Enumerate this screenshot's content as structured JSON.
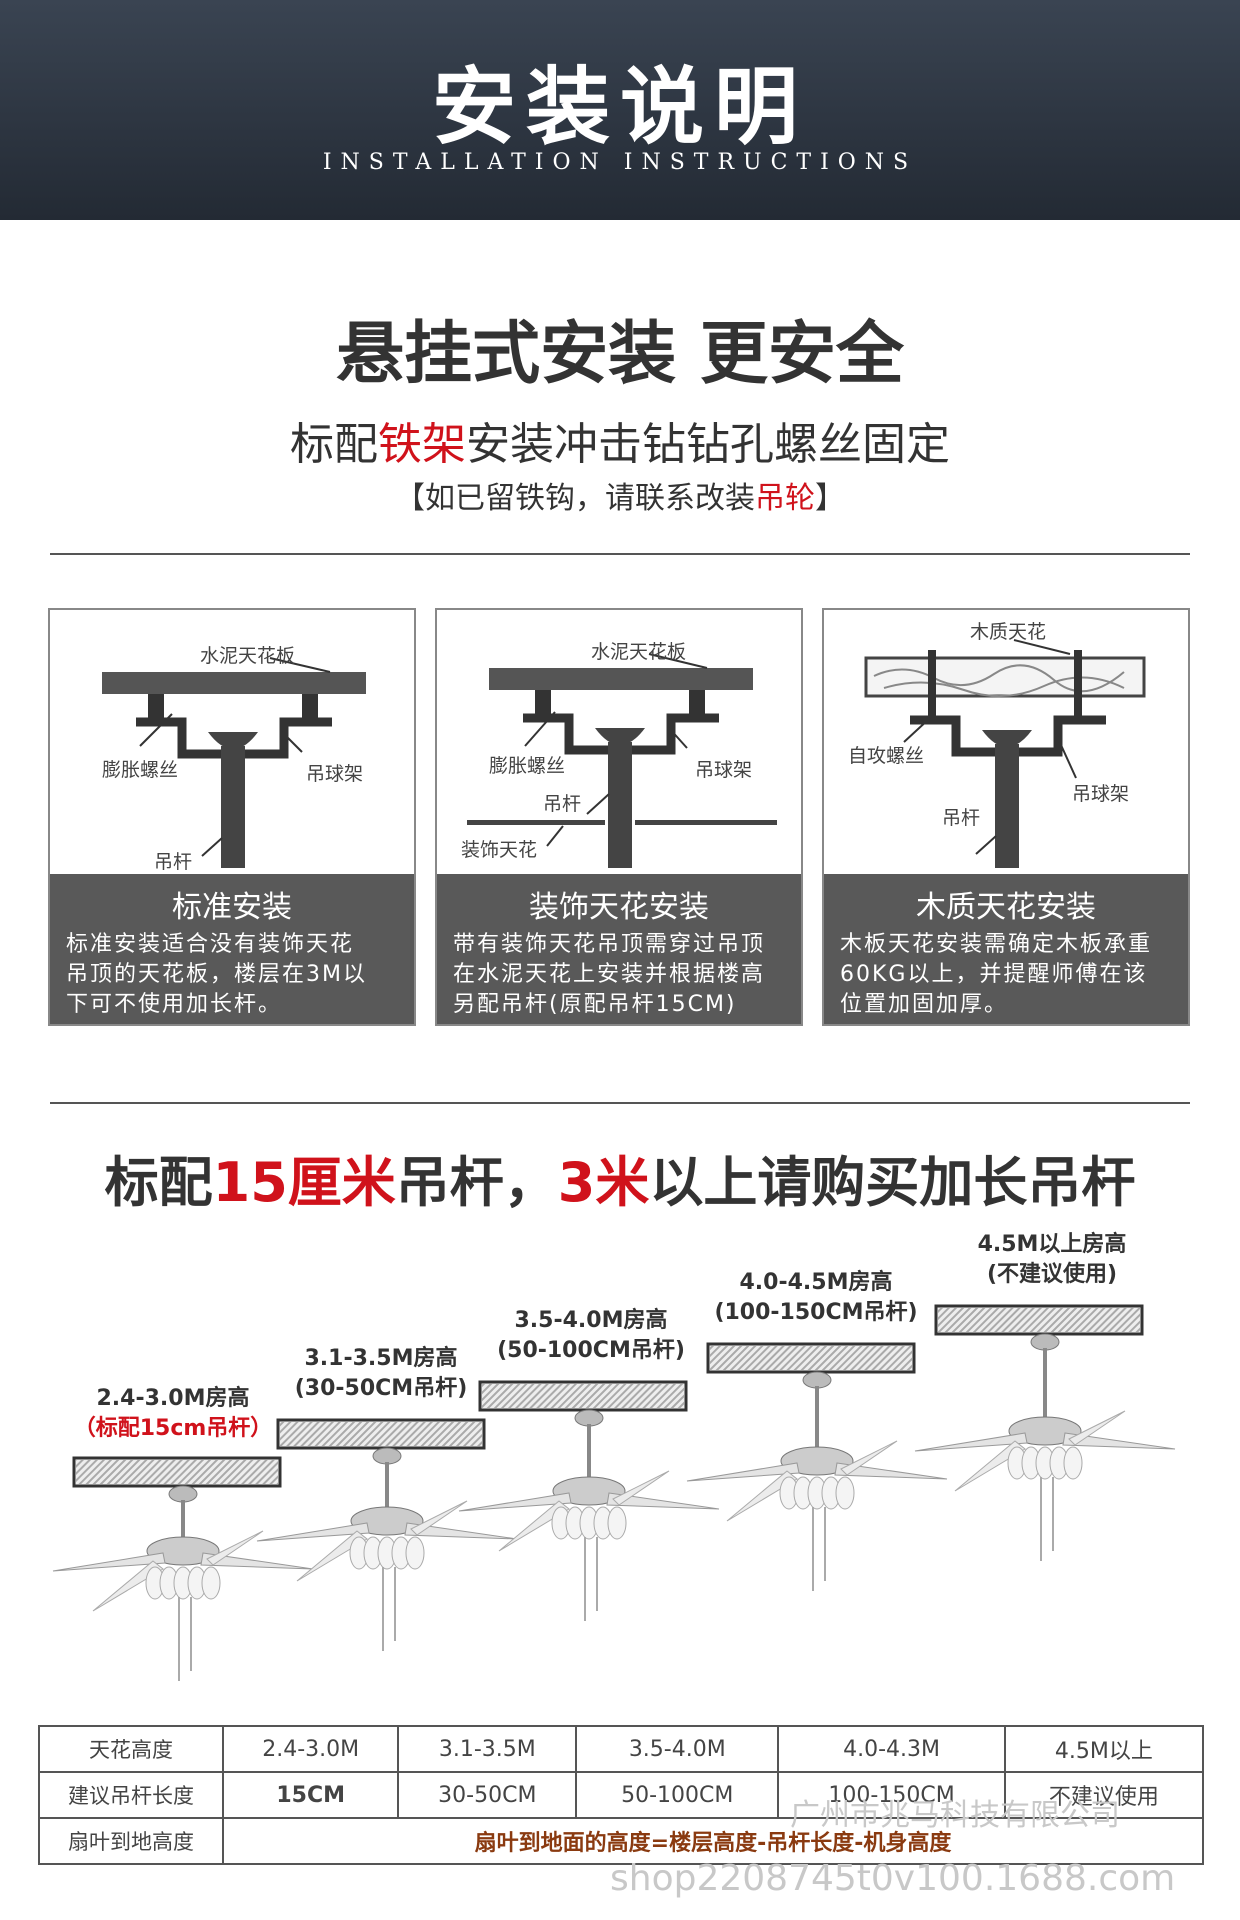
{
  "header": {
    "title": "安装说明",
    "subtitle": "INSTALLATION INSTRUCTIONS"
  },
  "intro": {
    "headline": "悬挂式安装 更安全",
    "line1_a": "标配",
    "line1_red": "铁架",
    "line1_b": "安装冲击钻钻孔螺丝固定",
    "line2_a": "【如已留铁钩，请联系改装",
    "line2_red": "吊轮",
    "line2_b": "】"
  },
  "panels": [
    {
      "ceiling_label": "水泥天花板",
      "screw_label": "膨胀螺丝",
      "bracket_label": "吊球架",
      "rod_label": "吊杆",
      "title": "标准安装",
      "text": [
        "标准安装适合没有装饰天花",
        "吊顶的天花板，楼层在3M以",
        "下可不使用加长杆。"
      ]
    },
    {
      "ceiling_label": "水泥天花板",
      "screw_label": "膨胀螺丝",
      "bracket_label": "吊球架",
      "rod_label": "吊杆",
      "deco_label": "装饰天花",
      "title": "装饰天花安装",
      "text": [
        "带有装饰天花吊顶需穿过吊顶",
        "在水泥天花上安装并根据楼高",
        "另配吊杆(原配吊杆15CM)"
      ]
    },
    {
      "ceiling_label": "木质天花",
      "screw_label": "自攻螺丝",
      "bracket_label": "吊球架",
      "rod_label": "吊杆",
      "title": "木质天花安装",
      "text": [
        "木板天花安装需确定木板承重",
        "60KG以上，并提醒师傅在该",
        "位置加固加厚。"
      ]
    }
  ],
  "rod_section": {
    "headline_a": "标配",
    "headline_red1": "15厘米",
    "headline_b": "吊杆，",
    "headline_red2": "3米",
    "headline_c": "以上请购买加长吊杆",
    "steps": [
      {
        "line1": "2.4-3.0M房高",
        "line2": "（标配15cm吊杆）",
        "line2_red": true,
        "rod_length_fraction": 0.1
      },
      {
        "line1": "3.1-3.5M房高",
        "line2": "(30-50CM吊杆)",
        "line2_red": false,
        "rod_length_fraction": 0.3
      },
      {
        "line1": "3.5-4.0M房高",
        "line2": "(50-100CM吊杆)",
        "line2_red": false,
        "rod_length_fraction": 0.55
      },
      {
        "line1": "4.0-4.5M房高",
        "line2": "(100-150CM吊杆)",
        "line2_red": false,
        "rod_length_fraction": 0.8
      },
      {
        "line1": "4.5M以上房高",
        "line2": "(不建议使用)",
        "line2_red": false,
        "rod_length_fraction": 1.0
      }
    ]
  },
  "table": {
    "row1_head": "天花高度",
    "row1": [
      "2.4-3.0M",
      "3.1-3.5M",
      "3.5-4.0M",
      "4.0-4.3M",
      "4.5M以上"
    ],
    "row2_head": "建议吊杆长度",
    "row2": [
      "15CM",
      "30-50CM",
      "50-100CM",
      "100-150CM",
      "不建议使用"
    ],
    "row3_head": "扇叶到地高度",
    "row3_formula": "扇叶到地面的高度=楼层高度-吊杆长度-机身高度"
  },
  "watermark": {
    "company": "广州市兆马科技有限公司",
    "url": "shop2208745t0v100.1688.com"
  },
  "colors": {
    "accent_red": "#d0121b",
    "header_bg": "#2b323c",
    "caption_bg": "#595959"
  }
}
